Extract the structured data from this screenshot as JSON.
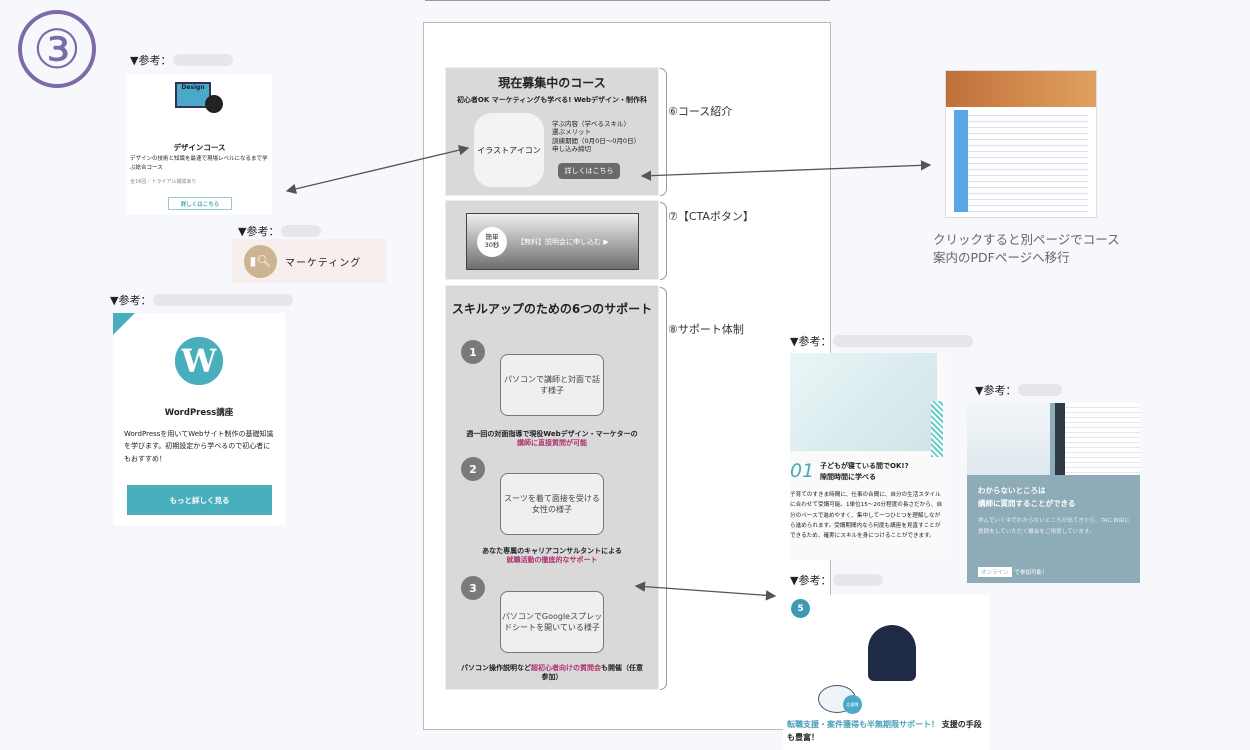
{
  "section_number": "③",
  "ref_label": "▼参考：",
  "wireframe": {
    "course": {
      "title": "現在募集中のコース",
      "subtitle": "初心者OK マーケティングも学べる! Webデザイン・制作科",
      "icon_placeholder": "イラストアイコン",
      "details": [
        "学ぶ内容（学べるスキル）",
        "選ぶメリット",
        "訓練期間（0月0日〜0月0日）",
        "申し込み締切"
      ],
      "button": "詳しくはこちら"
    },
    "cta": {
      "badge_line1": "簡単",
      "badge_line2": "30秒",
      "label": "【無料】説明会に申し込む ▶"
    },
    "support": {
      "title": "スキルアップのための6つのサポート",
      "items": [
        {
          "num": "1",
          "image": "パソコンで講師と対面で話す様子",
          "caption": "週一回の対面指導で現役Webデザイン・マーケターの",
          "highlight": "講師に直接質問が可能",
          "after": ""
        },
        {
          "num": "2",
          "image": "スーツを着て面接を受ける女性の様子",
          "caption": "あなた専属のキャリアコンサルタントによる",
          "highlight": "就職活動の徹底的なサポート",
          "after": ""
        },
        {
          "num": "3",
          "image": "パソコンでGoogleスプレッドシートを開いている様子",
          "caption": "パソコン操作説明など",
          "highlight": "超初心者向けの質問会",
          "after": "も開催（任意参加）"
        }
      ]
    }
  },
  "annotations": {
    "course": "⑥コース紹介",
    "cta": "⑦【CTAボタン】",
    "support": "⑧サポート体制",
    "pdf_note": "クリックすると別ページでコース案内のPDFページへ移行"
  },
  "refs": {
    "design": {
      "screen_text": "Design",
      "title": "デザインコース",
      "desc": "デザインの技術と知識を最速で現場レベルになるまで学ぶ総合コース",
      "meta": "全16回／トライアル期間あり",
      "button": "詳しくはこちら"
    },
    "marketing": {
      "label": "マーケティング"
    },
    "wordpress": {
      "title": "WordPress講座",
      "desc": "WordPressを用いてWebサイト制作の基礎知識を学びます。初期設定から学べるので初心者にもおすすめ！",
      "button": "もっと詳しく見る"
    },
    "flex": {
      "num": "01",
      "title": "子どもが寝ている間でOK!? 隙間時間に学べる",
      "desc": "子育てのすきま時間に、仕事の合間に、自分の生活スタイルに合わせて受講可能。1単位15〜20分程度の長さだから、自分のペースで進めやすく、集中して一つひとつを理解しながら進められます。受講期間内なら何度も講座を見直すことができるため、確実にスキルを身につけることができます。"
    },
    "ta": {
      "title1": "わからないところは",
      "title2": "講師に質問することができる",
      "desc": "学んでいく中でわからないところが出てきたら、TAに自由に質問をしていただく機会をご用意しています。",
      "badge": "オンライン",
      "badge_after": "で参加可能！"
    },
    "career": {
      "num": "5",
      "mascot": "応援隊",
      "highlight": "転職支援・案件獲得も半無期限サポート！",
      "rest": "支援の手段も豊富！"
    }
  },
  "colors": {
    "accent_purple": "#7e6aa9",
    "teal": "#4aa9b8",
    "pink": "#b0306e"
  }
}
